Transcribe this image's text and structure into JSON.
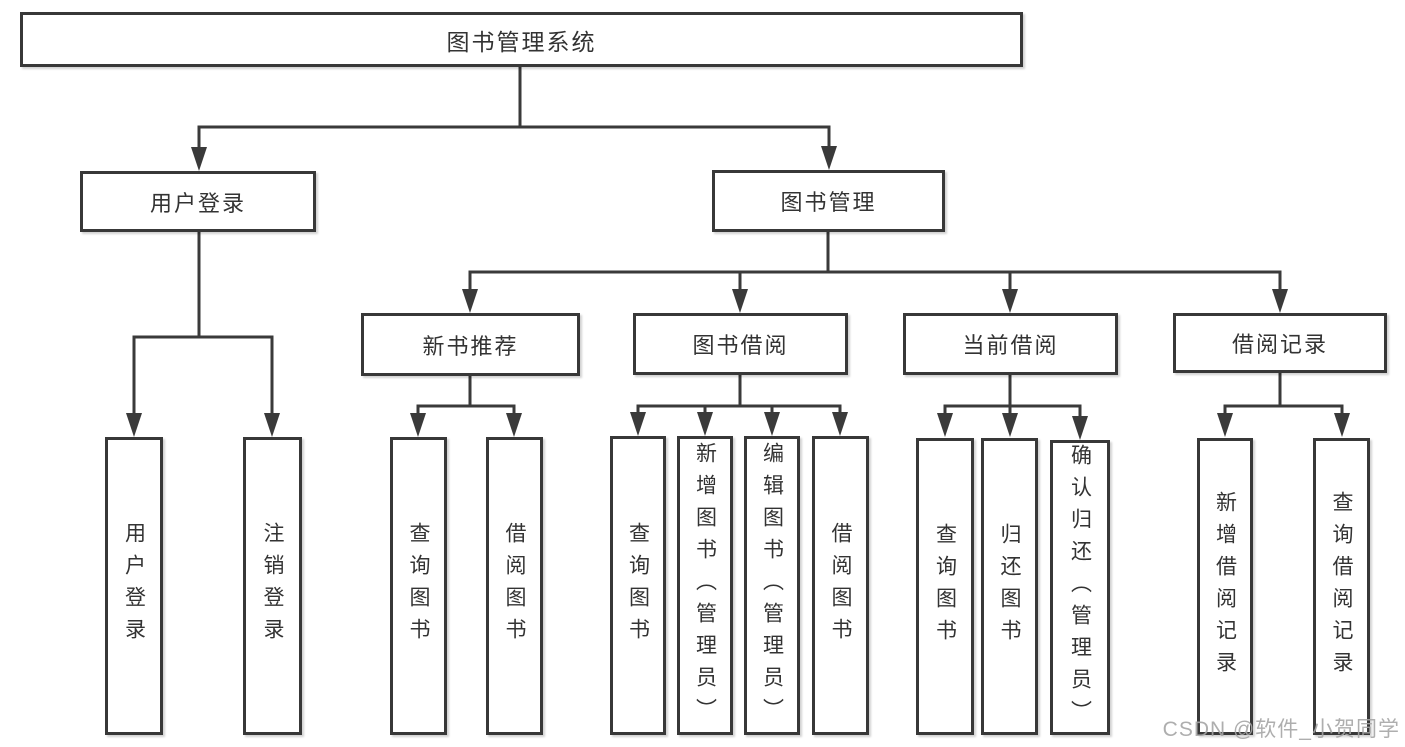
{
  "diagram": {
    "root": {
      "label": "图书管理系统"
    },
    "level1": [
      {
        "label": "用户登录"
      },
      {
        "label": "图书管理"
      }
    ],
    "level2": [
      {
        "label": "新书推荐"
      },
      {
        "label": "图书借阅"
      },
      {
        "label": "当前借阅"
      },
      {
        "label": "借阅记录"
      }
    ],
    "leaves": {
      "user_login": [
        "用户登录",
        "注销登录"
      ],
      "new_books": [
        "查询图书",
        "借阅图书"
      ],
      "book_borrowing": [
        "查询图书",
        "新增图书（管理员）",
        "编辑图书（管理员）",
        "借阅图书"
      ],
      "current_borrowing": [
        "查询图书",
        "归还图书",
        "确认归还（管理员）"
      ],
      "borrowing_records": [
        "新增借阅记录",
        "查询借阅记录"
      ]
    },
    "watermark": "CSDN @软件_小贺同学",
    "colors": {
      "line": "#3a3a3a",
      "text": "#333333",
      "box_background": "#ffffff",
      "watermark": "#a5a5a5"
    }
  }
}
